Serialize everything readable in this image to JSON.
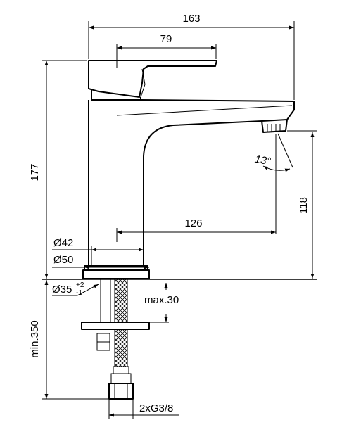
{
  "dimensions": {
    "overall_length": "163",
    "handle_length": "79",
    "height": "177",
    "spout_height": "118",
    "spout_reach": "126",
    "base_d42": "Ø42",
    "base_d50": "Ø50",
    "hole_d35": "Ø35",
    "hole_tol_plus": "+2",
    "hole_tol_minus": "-1",
    "max_thickness": "max.30",
    "min_hose": "min.350",
    "connection": "2xG3/8",
    "angle": "13°"
  }
}
